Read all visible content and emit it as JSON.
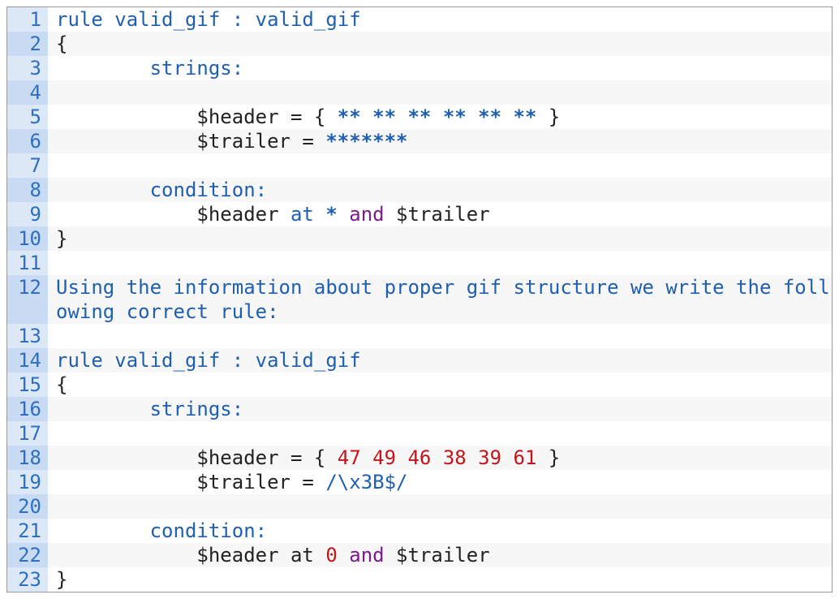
{
  "lines": [
    {
      "n": "1",
      "tokens": [
        {
          "t": "rule valid_gif : valid_gif",
          "c": "tok-blue"
        }
      ]
    },
    {
      "n": "2",
      "tokens": [
        {
          "t": "{",
          "c": "tok-plain"
        }
      ]
    },
    {
      "n": "3",
      "tokens": [
        {
          "t": "        strings:",
          "c": "tok-blue"
        }
      ]
    },
    {
      "n": "4",
      "tokens": []
    },
    {
      "n": "5",
      "tokens": [
        {
          "t": "            $header = { ",
          "c": "tok-plain"
        },
        {
          "t": "** ** ** ** ** **",
          "c": "tok-bold"
        },
        {
          "t": " }",
          "c": "tok-plain"
        }
      ]
    },
    {
      "n": "6",
      "tokens": [
        {
          "t": "            $trailer = ",
          "c": "tok-plain"
        },
        {
          "t": "*******",
          "c": "tok-bold"
        }
      ]
    },
    {
      "n": "7",
      "tokens": []
    },
    {
      "n": "8",
      "tokens": [
        {
          "t": "        condition:",
          "c": "tok-blue"
        }
      ]
    },
    {
      "n": "9",
      "tokens": [
        {
          "t": "            $header ",
          "c": "tok-plain"
        },
        {
          "t": "at ",
          "c": "tok-blue"
        },
        {
          "t": "* ",
          "c": "tok-bold"
        },
        {
          "t": "and ",
          "c": "tok-purple"
        },
        {
          "t": "$trailer",
          "c": "tok-plain"
        }
      ]
    },
    {
      "n": "10",
      "tokens": [
        {
          "t": "}",
          "c": "tok-plain"
        }
      ]
    },
    {
      "n": "11",
      "tokens": []
    },
    {
      "n": "12",
      "wrap": true,
      "tokens": [
        {
          "t": "Using the information about proper gif structure we write the following correct rule:",
          "c": "tok-blue"
        }
      ]
    },
    {
      "n": "13",
      "tokens": []
    },
    {
      "n": "14",
      "tokens": [
        {
          "t": "rule valid_gif : valid_gif",
          "c": "tok-blue"
        }
      ]
    },
    {
      "n": "15",
      "tokens": [
        {
          "t": "{",
          "c": "tok-plain"
        }
      ]
    },
    {
      "n": "16",
      "tokens": [
        {
          "t": "        strings:",
          "c": "tok-blue"
        }
      ]
    },
    {
      "n": "17",
      "tokens": []
    },
    {
      "n": "18",
      "tokens": [
        {
          "t": "            $header = { ",
          "c": "tok-plain"
        },
        {
          "t": "47 49 46 38 39 61",
          "c": "tok-red"
        },
        {
          "t": " }",
          "c": "tok-plain"
        }
      ]
    },
    {
      "n": "19",
      "tokens": [
        {
          "t": "            $trailer = ",
          "c": "tok-plain"
        },
        {
          "t": "/\\x3B$/",
          "c": "tok-hex"
        }
      ]
    },
    {
      "n": "20",
      "tokens": []
    },
    {
      "n": "21",
      "tokens": [
        {
          "t": "        condition:",
          "c": "tok-blue"
        }
      ]
    },
    {
      "n": "22",
      "tokens": [
        {
          "t": "            $header ",
          "c": "tok-plain"
        },
        {
          "t": "at ",
          "c": "tok-plain"
        },
        {
          "t": "0 ",
          "c": "tok-red"
        },
        {
          "t": "and ",
          "c": "tok-purple"
        },
        {
          "t": "$trailer",
          "c": "tok-plain"
        }
      ]
    },
    {
      "n": "23",
      "tokens": [
        {
          "t": "}",
          "c": "tok-plain"
        }
      ]
    }
  ]
}
